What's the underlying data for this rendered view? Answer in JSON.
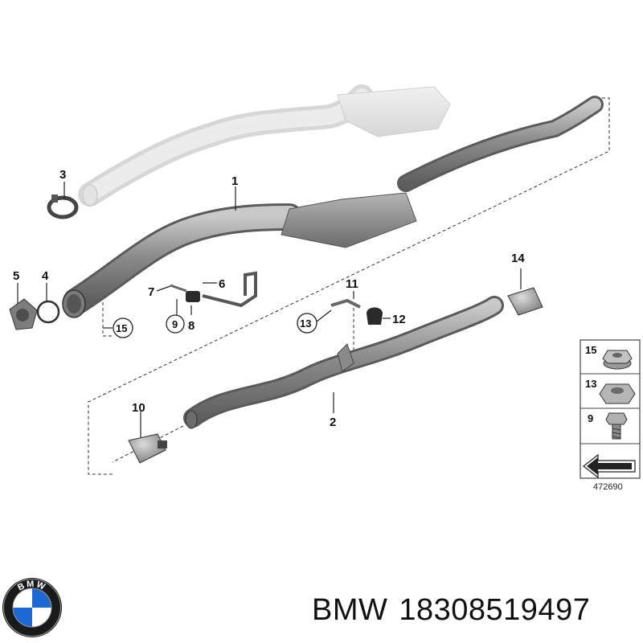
{
  "callouts": {
    "c1": "1",
    "c2": "2",
    "c3": "3",
    "c4": "4",
    "c5": "5",
    "c6": "6",
    "c7": "7",
    "c8": "8",
    "c9": "9",
    "c10": "10",
    "c11": "11",
    "c12": "12",
    "c13": "13",
    "c14": "14",
    "c15": "15"
  },
  "legend": {
    "items": [
      {
        "number": "15",
        "icon": "flange-nut-icon"
      },
      {
        "number": "13",
        "icon": "hex-nut-icon"
      },
      {
        "number": "9",
        "icon": "hex-bolt-icon"
      }
    ],
    "arrow_icon": "direction-arrow-icon"
  },
  "reference": "472690",
  "caption": {
    "brand": "BMW",
    "part_number": "18308519497"
  },
  "logo": {
    "text": "BMW",
    "colors": {
      "blue": "#1c69d4",
      "ring": "#1a1a1a",
      "white": "#ffffff"
    }
  }
}
